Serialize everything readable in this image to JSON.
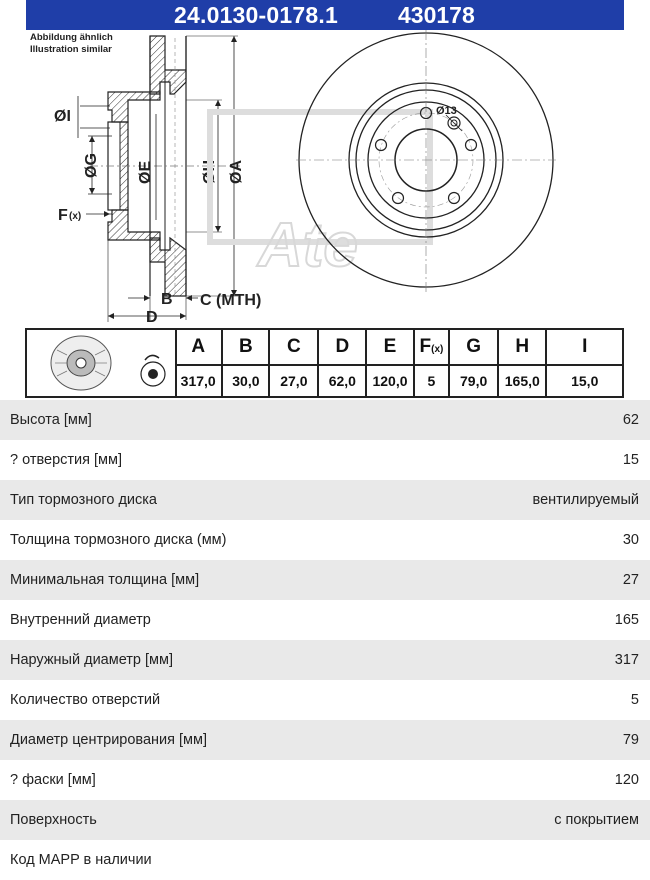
{
  "header": {
    "part_number": "24.0130-0178.1",
    "code": "430178"
  },
  "drawing": {
    "note_line1": "Abbildung ähnlich",
    "note_line2": "Illustration similar",
    "labels": {
      "i": "ØI",
      "g": "ØG",
      "e": "ØE",
      "h": "ØH",
      "a": "ØA",
      "f": "F",
      "fx": "(x)",
      "b": "B",
      "c": "C (MTH)",
      "d": "D",
      "hole": "Ø13"
    },
    "watermark": "Ate"
  },
  "spec": {
    "headers": [
      "A",
      "B",
      "C",
      "D",
      "E",
      "F",
      "G",
      "H",
      "I"
    ],
    "f_sub": "(x)",
    "values": [
      "317,0",
      "30,0",
      "27,0",
      "62,0",
      "120,0",
      "5",
      "79,0",
      "165,0",
      "15,0"
    ]
  },
  "properties": [
    {
      "label": "Высота [мм]",
      "value": "62"
    },
    {
      "label": "? отверстия [мм]",
      "value": "15"
    },
    {
      "label": "Тип тормозного диска",
      "value": "вентилируемый"
    },
    {
      "label": "Толщина тормозного диска (мм)",
      "value": "30"
    },
    {
      "label": "Минимальная толщина [мм]",
      "value": "27"
    },
    {
      "label": "Внутренний диаметр",
      "value": "165"
    },
    {
      "label": "Наружный диаметр [мм]",
      "value": "317"
    },
    {
      "label": "Количество отверстий",
      "value": "5"
    },
    {
      "label": "Диаметр центрирования [мм]",
      "value": "79"
    },
    {
      "label": "? фаски [мм]",
      "value": "120"
    },
    {
      "label": "Поверхность",
      "value": "с покрытием"
    },
    {
      "label": "Код MAPP в наличии",
      "value": ""
    }
  ],
  "colors": {
    "header_bg": "#1f3ea8",
    "row_shade": "#e9e9e9"
  }
}
